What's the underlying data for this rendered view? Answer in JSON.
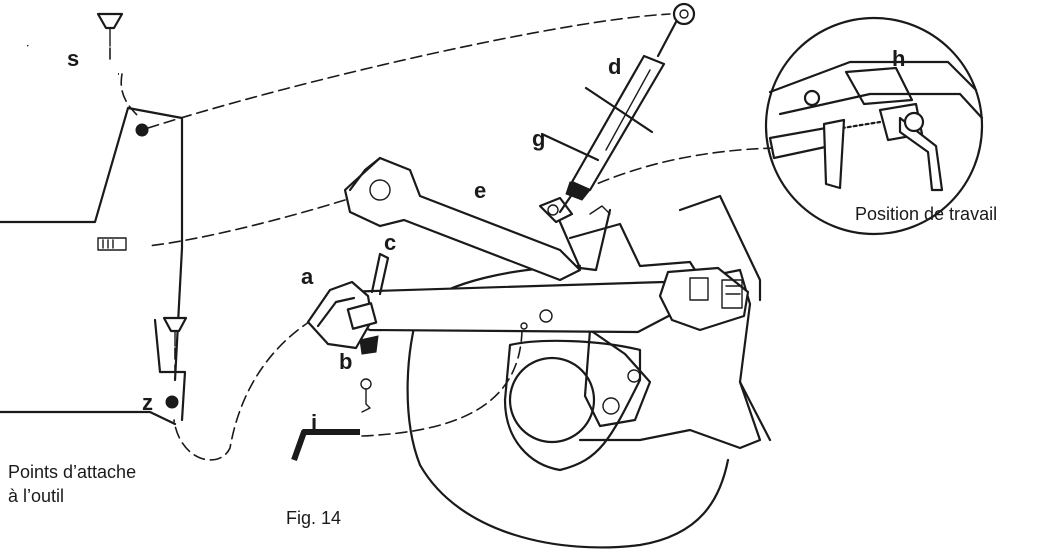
{
  "labels": {
    "a": "a",
    "b": "b",
    "c": "c",
    "d": "d",
    "e": "e",
    "g": "g",
    "h": "h",
    "i": "i",
    "s": "s",
    "z": "z"
  },
  "captions": {
    "position_de_travail": "Position de travail",
    "points_line1": "Points d’attache",
    "points_line2": "à l’outil",
    "figure": "Fig. 14"
  }
}
